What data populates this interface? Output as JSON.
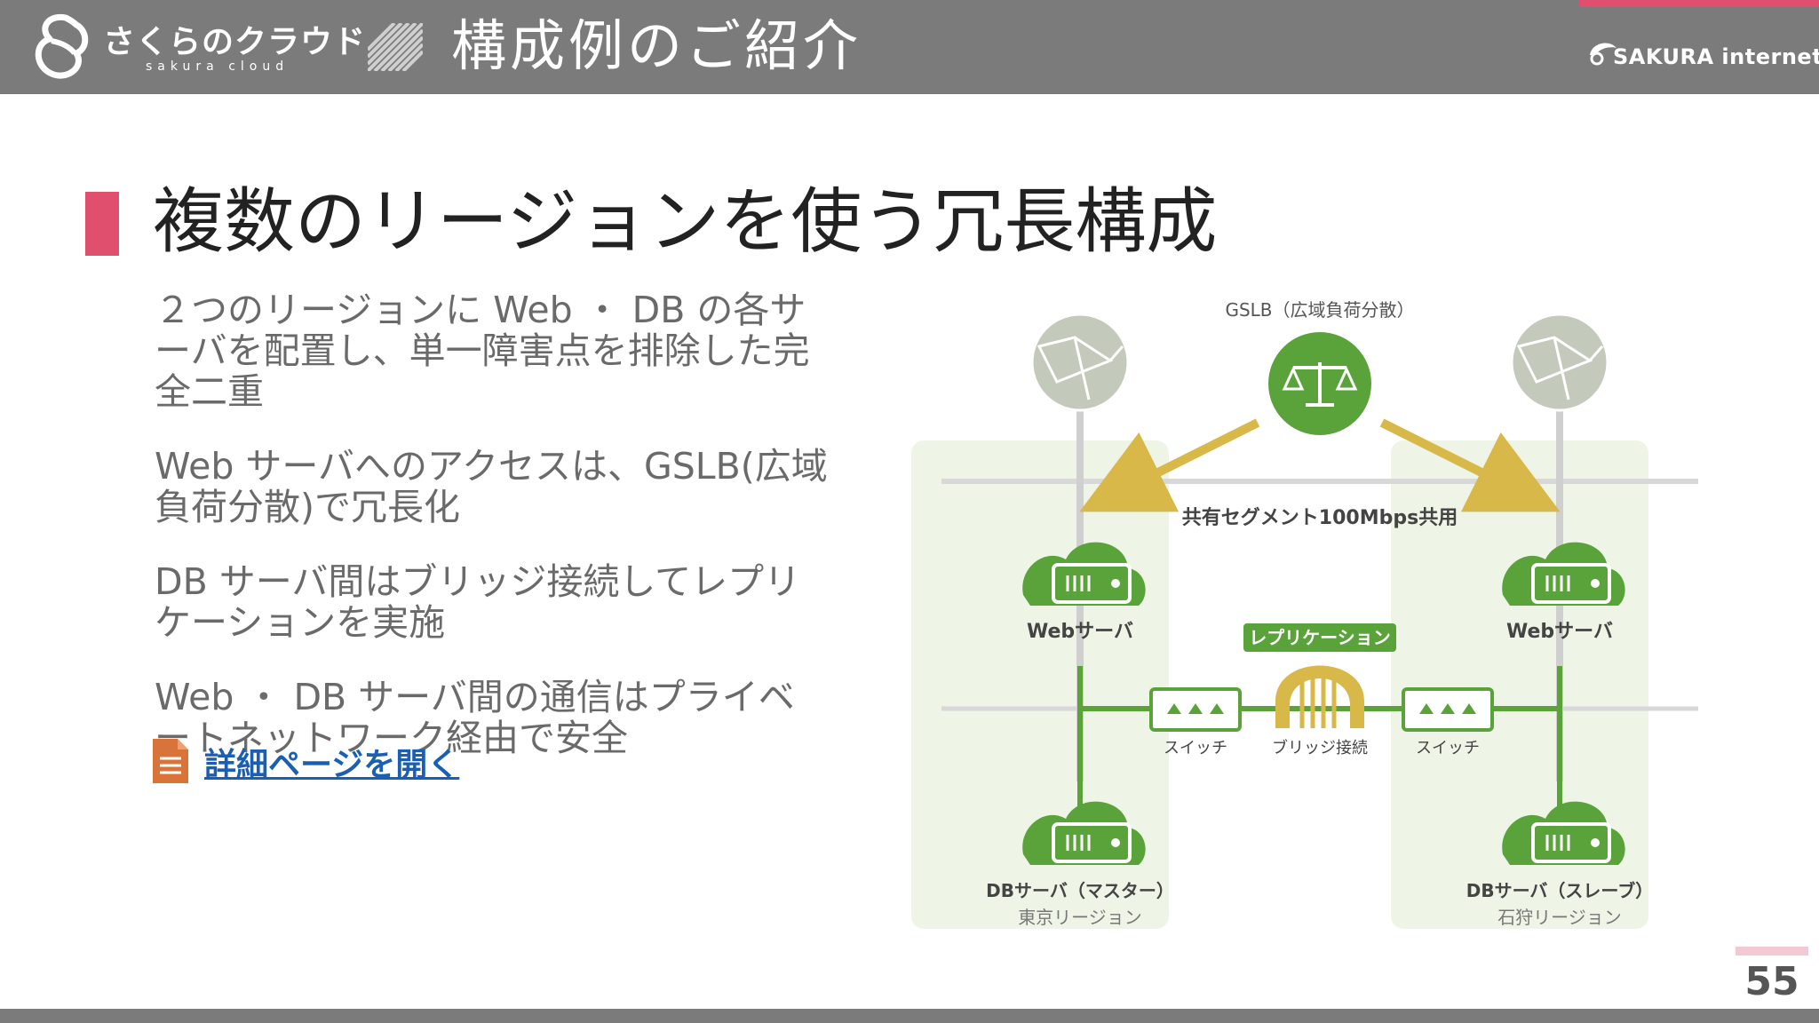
{
  "header": {
    "logo_text": "さくらのクラウド",
    "logo_sub": "sakura cloud",
    "title": "構成例のご紹介",
    "brand": "SAKURA internet"
  },
  "slide": {
    "title": "複数のリージョンを使う冗長構成",
    "bullets": [
      "２つのリージョンに Web ・ DB の各サーバを配置し、単一障害点を排除した完全二重",
      "Web サーバへのアクセスは、GSLB(広域負荷分散)で冗長化",
      "DB サーバ間はブリッジ接続してレプリケーションを実施",
      "Web ・ DB サーバ間の通信はプライベートネットワーク経由で安全"
    ],
    "link_text": "詳細ページを開く",
    "page_number": "55"
  },
  "diagram": {
    "gslb_label": "GSLB（広域負荷分散）",
    "segment_label": "共有セグメント100Mbps共用",
    "replication_label": "レプリケーション",
    "web_left": "Webサーバ",
    "web_right": "Webサーバ",
    "switch_left": "スイッチ",
    "switch_right": "スイッチ",
    "bridge_label": "ブリッジ接続",
    "db_left": "DBサーバ（マスター）",
    "db_right": "DBサーバ（スレーブ）",
    "region_left": "東京リージョン",
    "region_right": "石狩リージョン"
  },
  "colors": {
    "header_bg": "#7b7b7b",
    "accent": "#e0506e",
    "green": "#5aa33a",
    "region_bg": "#eef5e6",
    "link": "#1a5fb4",
    "gold": "#d9b84a"
  },
  "icons": [
    "logo-icon",
    "hatch-icon",
    "sakura-icon",
    "document-icon",
    "globe-icon",
    "scale-icon",
    "cloud-server-icon",
    "switch-icon",
    "bridge-icon"
  ]
}
